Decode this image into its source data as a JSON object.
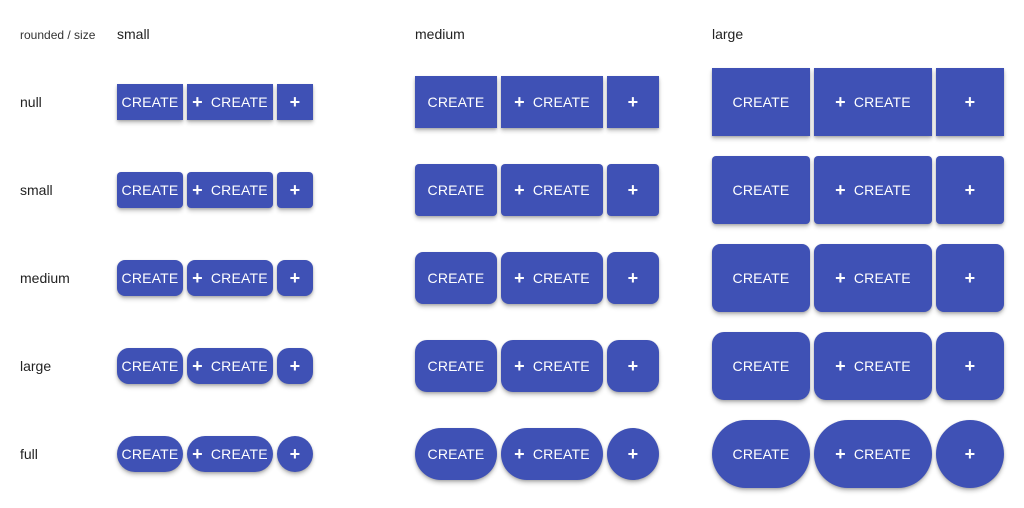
{
  "corner_label": "rounded / size",
  "sizes": [
    "small",
    "medium",
    "large"
  ],
  "rounding": [
    "null",
    "small",
    "medium",
    "large",
    "full"
  ],
  "button_label": "CREATE",
  "icon_glyph": "+",
  "accent_color": "#3f51b5"
}
